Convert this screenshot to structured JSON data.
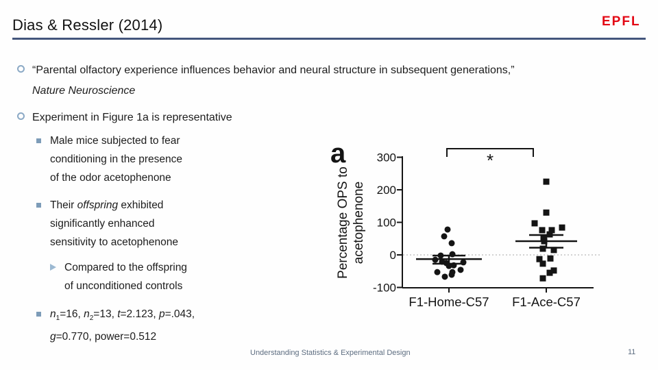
{
  "slide": {
    "title": "Dias & Ressler (2014)",
    "logo_text": "EPFL",
    "footer": {
      "left": "Understanding Statistics & Experimental Design",
      "page": "11"
    }
  },
  "bullets": {
    "b1": {
      "segments": [
        {
          "t": "“Parental olfactory experience influences behavior and neural structure in subsequent generations,”"
        },
        {
          "br": true
        },
        {
          "t": "Nature Neuroscience",
          "i": true
        }
      ]
    },
    "b2": {
      "segments": [
        {
          "t": "Experiment in Figure 1a is representative"
        }
      ]
    },
    "sub1": {
      "segments": [
        {
          "t": "Male mice subjected to fear"
        },
        {
          "br": true
        },
        {
          "t": "conditioning in the presence"
        },
        {
          "br": true
        },
        {
          "t": "of the odor acetophenone"
        }
      ]
    },
    "sub2": {
      "segments": [
        {
          "t": "Their "
        },
        {
          "t": "offspring",
          "i": true
        },
        {
          "t": " exhibited"
        },
        {
          "br": true
        },
        {
          "t": "significantly enhanced"
        },
        {
          "br": true
        },
        {
          "t": "sensitivity to acetophenone"
        }
      ]
    },
    "arrow1": {
      "segments": [
        {
          "t": "Compared to the offspring"
        },
        {
          "br": true
        },
        {
          "t": "of unconditioned controls"
        }
      ]
    },
    "stats": {
      "segments": [
        {
          "t": "n",
          "i": true
        },
        {
          "t": "1",
          "s": true
        },
        {
          "t": "=16, "
        },
        {
          "t": "n",
          "i": true
        },
        {
          "t": "2",
          "s": true
        },
        {
          "t": "=13, "
        },
        {
          "t": "t",
          "i": true
        },
        {
          "t": "=2.123, "
        },
        {
          "t": "p",
          "i": true
        },
        {
          "t": "=.043,"
        },
        {
          "br": true
        },
        {
          "t": "g",
          "i": true
        },
        {
          "t": "=0.770, power=0.512"
        }
      ]
    }
  },
  "chart_data": {
    "type": "scatter",
    "panel_label": "a",
    "ylabel_lines": [
      "Percentage OPS to",
      "acetophenone"
    ],
    "yticks": [
      300,
      200,
      100,
      0,
      -100
    ],
    "ylim": [
      -100,
      300
    ],
    "reference_line": 0,
    "significance_star": "*",
    "categories": [
      "F1-Home-C57",
      "F1-Ace-C57"
    ],
    "series": [
      {
        "name": "F1-Home-C57",
        "marker": "circle",
        "points": [
          [
            78,
            -2
          ],
          [
            57,
            -7
          ],
          [
            36,
            4
          ],
          [
            2,
            5
          ],
          [
            -2,
            -12
          ],
          [
            -15,
            -20
          ],
          [
            -21,
            -10
          ],
          [
            -25,
            -4
          ],
          [
            -23,
            21
          ],
          [
            -32,
            7
          ],
          [
            -34,
            0
          ],
          [
            -46,
            17
          ],
          [
            -53,
            -17
          ],
          [
            -53,
            5
          ],
          [
            -61,
            4
          ],
          [
            -67,
            -6
          ]
        ],
        "mean": -13,
        "sem_low": -27,
        "sem_high": -2
      },
      {
        "name": "F1-Ace-C57",
        "marker": "square",
        "points": [
          [
            225,
            0
          ],
          [
            130,
            0
          ],
          [
            97,
            -17
          ],
          [
            84,
            23
          ],
          [
            76,
            -6
          ],
          [
            76,
            8
          ],
          [
            63,
            5
          ],
          [
            50,
            -4
          ],
          [
            42,
            -3
          ],
          [
            19,
            -5
          ],
          [
            15,
            11
          ],
          [
            -11,
            6
          ],
          [
            -13,
            -10
          ],
          [
            -27,
            -5
          ],
          [
            -48,
            11
          ],
          [
            -55,
            5
          ],
          [
            -72,
            -5
          ]
        ],
        "mean": 42,
        "sem_low": 22,
        "sem_high": 61
      }
    ]
  },
  "colors": {
    "accent_rule": "#44567c",
    "logo_red": "#e30613",
    "bullet_blue": "#8ba9c5",
    "marker_black": "#141414",
    "footer_gray": "#5d6d80"
  }
}
